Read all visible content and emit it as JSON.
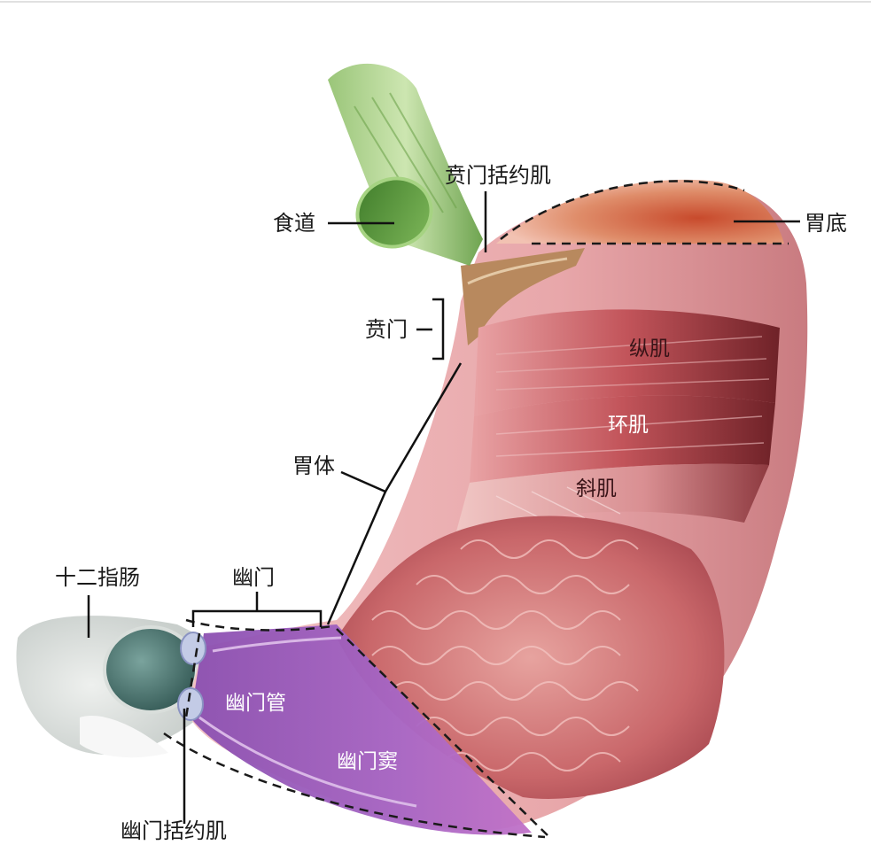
{
  "labels": {
    "esophagus": "食道",
    "cardiac_sphincter": "贲门括约肌",
    "fundus": "胃底",
    "cardia": "贲门",
    "longitudinal_muscle": "纵肌",
    "circular_muscle": "环肌",
    "oblique_muscle": "斜肌",
    "body": "胃体",
    "duodenum": "十二指肠",
    "pylorus": "幽门",
    "pyloric_canal": "幽门管",
    "pyloric_antrum": "幽门窦",
    "pyloric_sphincter": "幽门括约肌"
  },
  "colors": {
    "esophagus": "#5e9a3c",
    "fundus": "#c8553a",
    "stomach_wall": "#e7a5a8",
    "muscle_red": "#b8464c",
    "mucosa": "#c65f63",
    "pyloric_purple": "#9b5dbc",
    "duodenum": "#4f7570",
    "leader_line": "#111111"
  }
}
